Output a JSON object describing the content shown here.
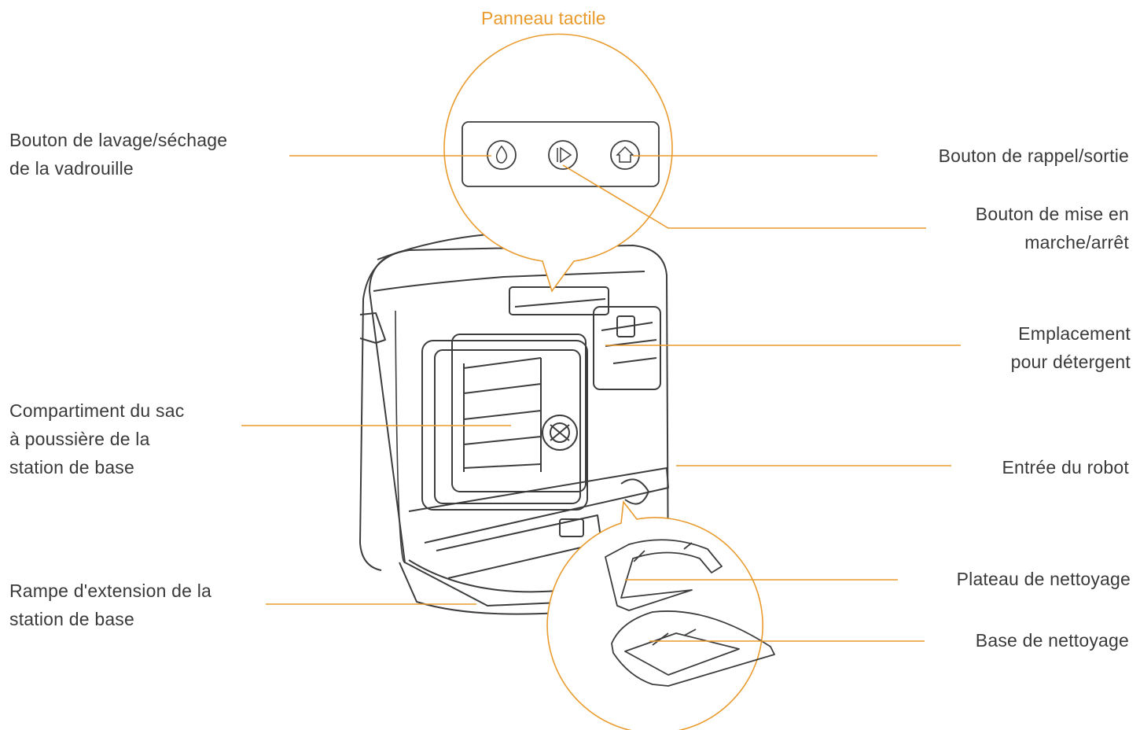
{
  "title": "Panneau tactile",
  "accent_color": "#e99b2e",
  "labels": {
    "mop_wash_dry": "Bouton de lavage/séchage\nde la vadrouille",
    "dust_bag": "Compartiment du sac\nà poussière de la\nstation de base",
    "ramp": "Rampe d'extension de la\nstation de base",
    "recall": "Bouton de rappel/sortie",
    "power": "Bouton de mise en\nmarche/arrêt",
    "detergent": "Emplacement\npour détergent",
    "robot_entry": "Entrée du robot",
    "cleaning_tray": "Plateau de nettoyage",
    "cleaning_base": "Base de nettoyage"
  },
  "icons": [
    "water-drop-icon",
    "power-play-icon",
    "home-icon"
  ]
}
